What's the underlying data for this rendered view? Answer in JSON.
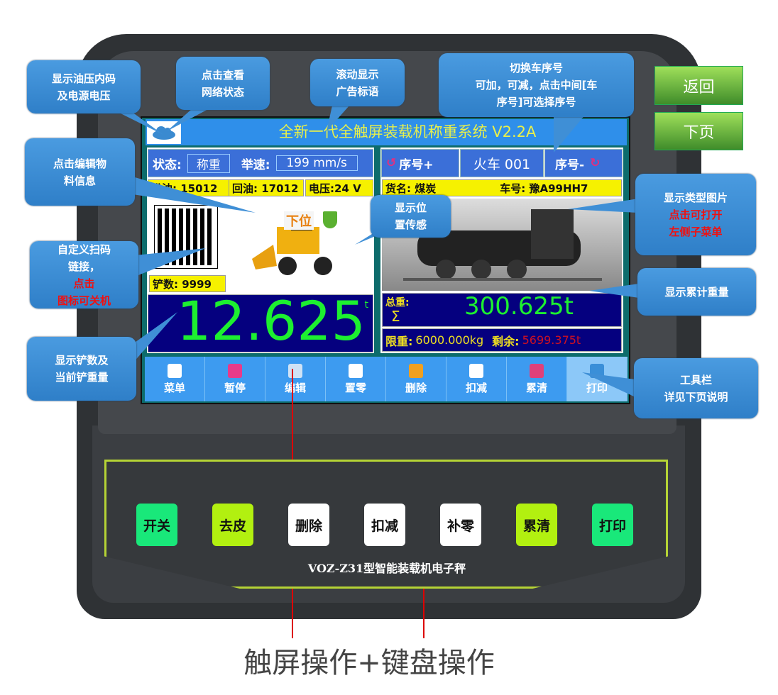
{
  "screen": {
    "title": "全新一代全触屏装载机称重系统 V2.2A",
    "status_label": "状态:",
    "status_value": "称重",
    "lift_label": "举速:",
    "lift_value": "199 mm/s",
    "in_oil": "进油: 15012",
    "return_oil": "回油: 17012",
    "voltage": "电压:24 V",
    "seq_plus": "序号+",
    "vehicle": "火车 001",
    "seq_minus": "序号-",
    "cargo": "货名: 煤炭",
    "plate": "车号: 豫A99HH7",
    "position_badge": "下位",
    "scoop_count": "铲数: 9999",
    "current_weight": "12.625",
    "weight_unit": "t",
    "total_label": "总重:",
    "sigma": "Σ",
    "total_weight": "300.625t",
    "limit_label": "限重:",
    "limit_value": "6000.000kg",
    "remain_label": "剩余:",
    "remain_value": "5699.375t",
    "toolbar": [
      {
        "label": "菜单",
        "icon": "menu-icon",
        "color": "#ffffff"
      },
      {
        "label": "暂停",
        "icon": "pause-icon",
        "color": "#e83a8a"
      },
      {
        "label": "编辑",
        "icon": "edit-icon",
        "color": "#cfe2f5"
      },
      {
        "label": "置零",
        "icon": "zero-icon",
        "color": "#ffffff"
      },
      {
        "label": "删除",
        "icon": "trash-icon",
        "color": "#f0a020"
      },
      {
        "label": "扣减",
        "icon": "minus-icon",
        "color": "#ffffff"
      },
      {
        "label": "累清",
        "icon": "broom-icon",
        "color": "#e0407a"
      },
      {
        "label": "打印",
        "icon": "printer-icon",
        "color": "#3a8fd8"
      }
    ]
  },
  "callouts": {
    "oil": "显示油压内码\n及电源电压",
    "network": "点击查看\n网络状态",
    "slogan": "滚动显示\n广告标语",
    "seq": "切换车序号\n可加，可减，点击中间[车\n序号]可选择序号",
    "edit": "点击编辑物\n料信息",
    "qr_a": "自定义扫码\n链接，",
    "qr_b": "点击\n图标可关机",
    "scoop": "显示铲数及\n当前铲重量",
    "position": "显示位\n置传感",
    "type_a": "显示类型图片",
    "type_b": "点击可打开\n左侧子菜单",
    "total": "显示累计重量",
    "toolbar": "工具栏\n详见下页说明"
  },
  "nav": {
    "back": "返回",
    "next": "下页"
  },
  "keys": [
    {
      "label": "开关",
      "color": "#19e87a"
    },
    {
      "label": "去皮",
      "color": "#b2f010"
    },
    {
      "label": "删除",
      "color": "#ffffff"
    },
    {
      "label": "扣减",
      "color": "#ffffff"
    },
    {
      "label": "补零",
      "color": "#ffffff"
    },
    {
      "label": "累清",
      "color": "#b2f010"
    },
    {
      "label": "打印",
      "color": "#19e87a"
    }
  ],
  "model": "VOZ-Z31型智能装载机电子秤",
  "caption": "触屏操作+键盘操作"
}
